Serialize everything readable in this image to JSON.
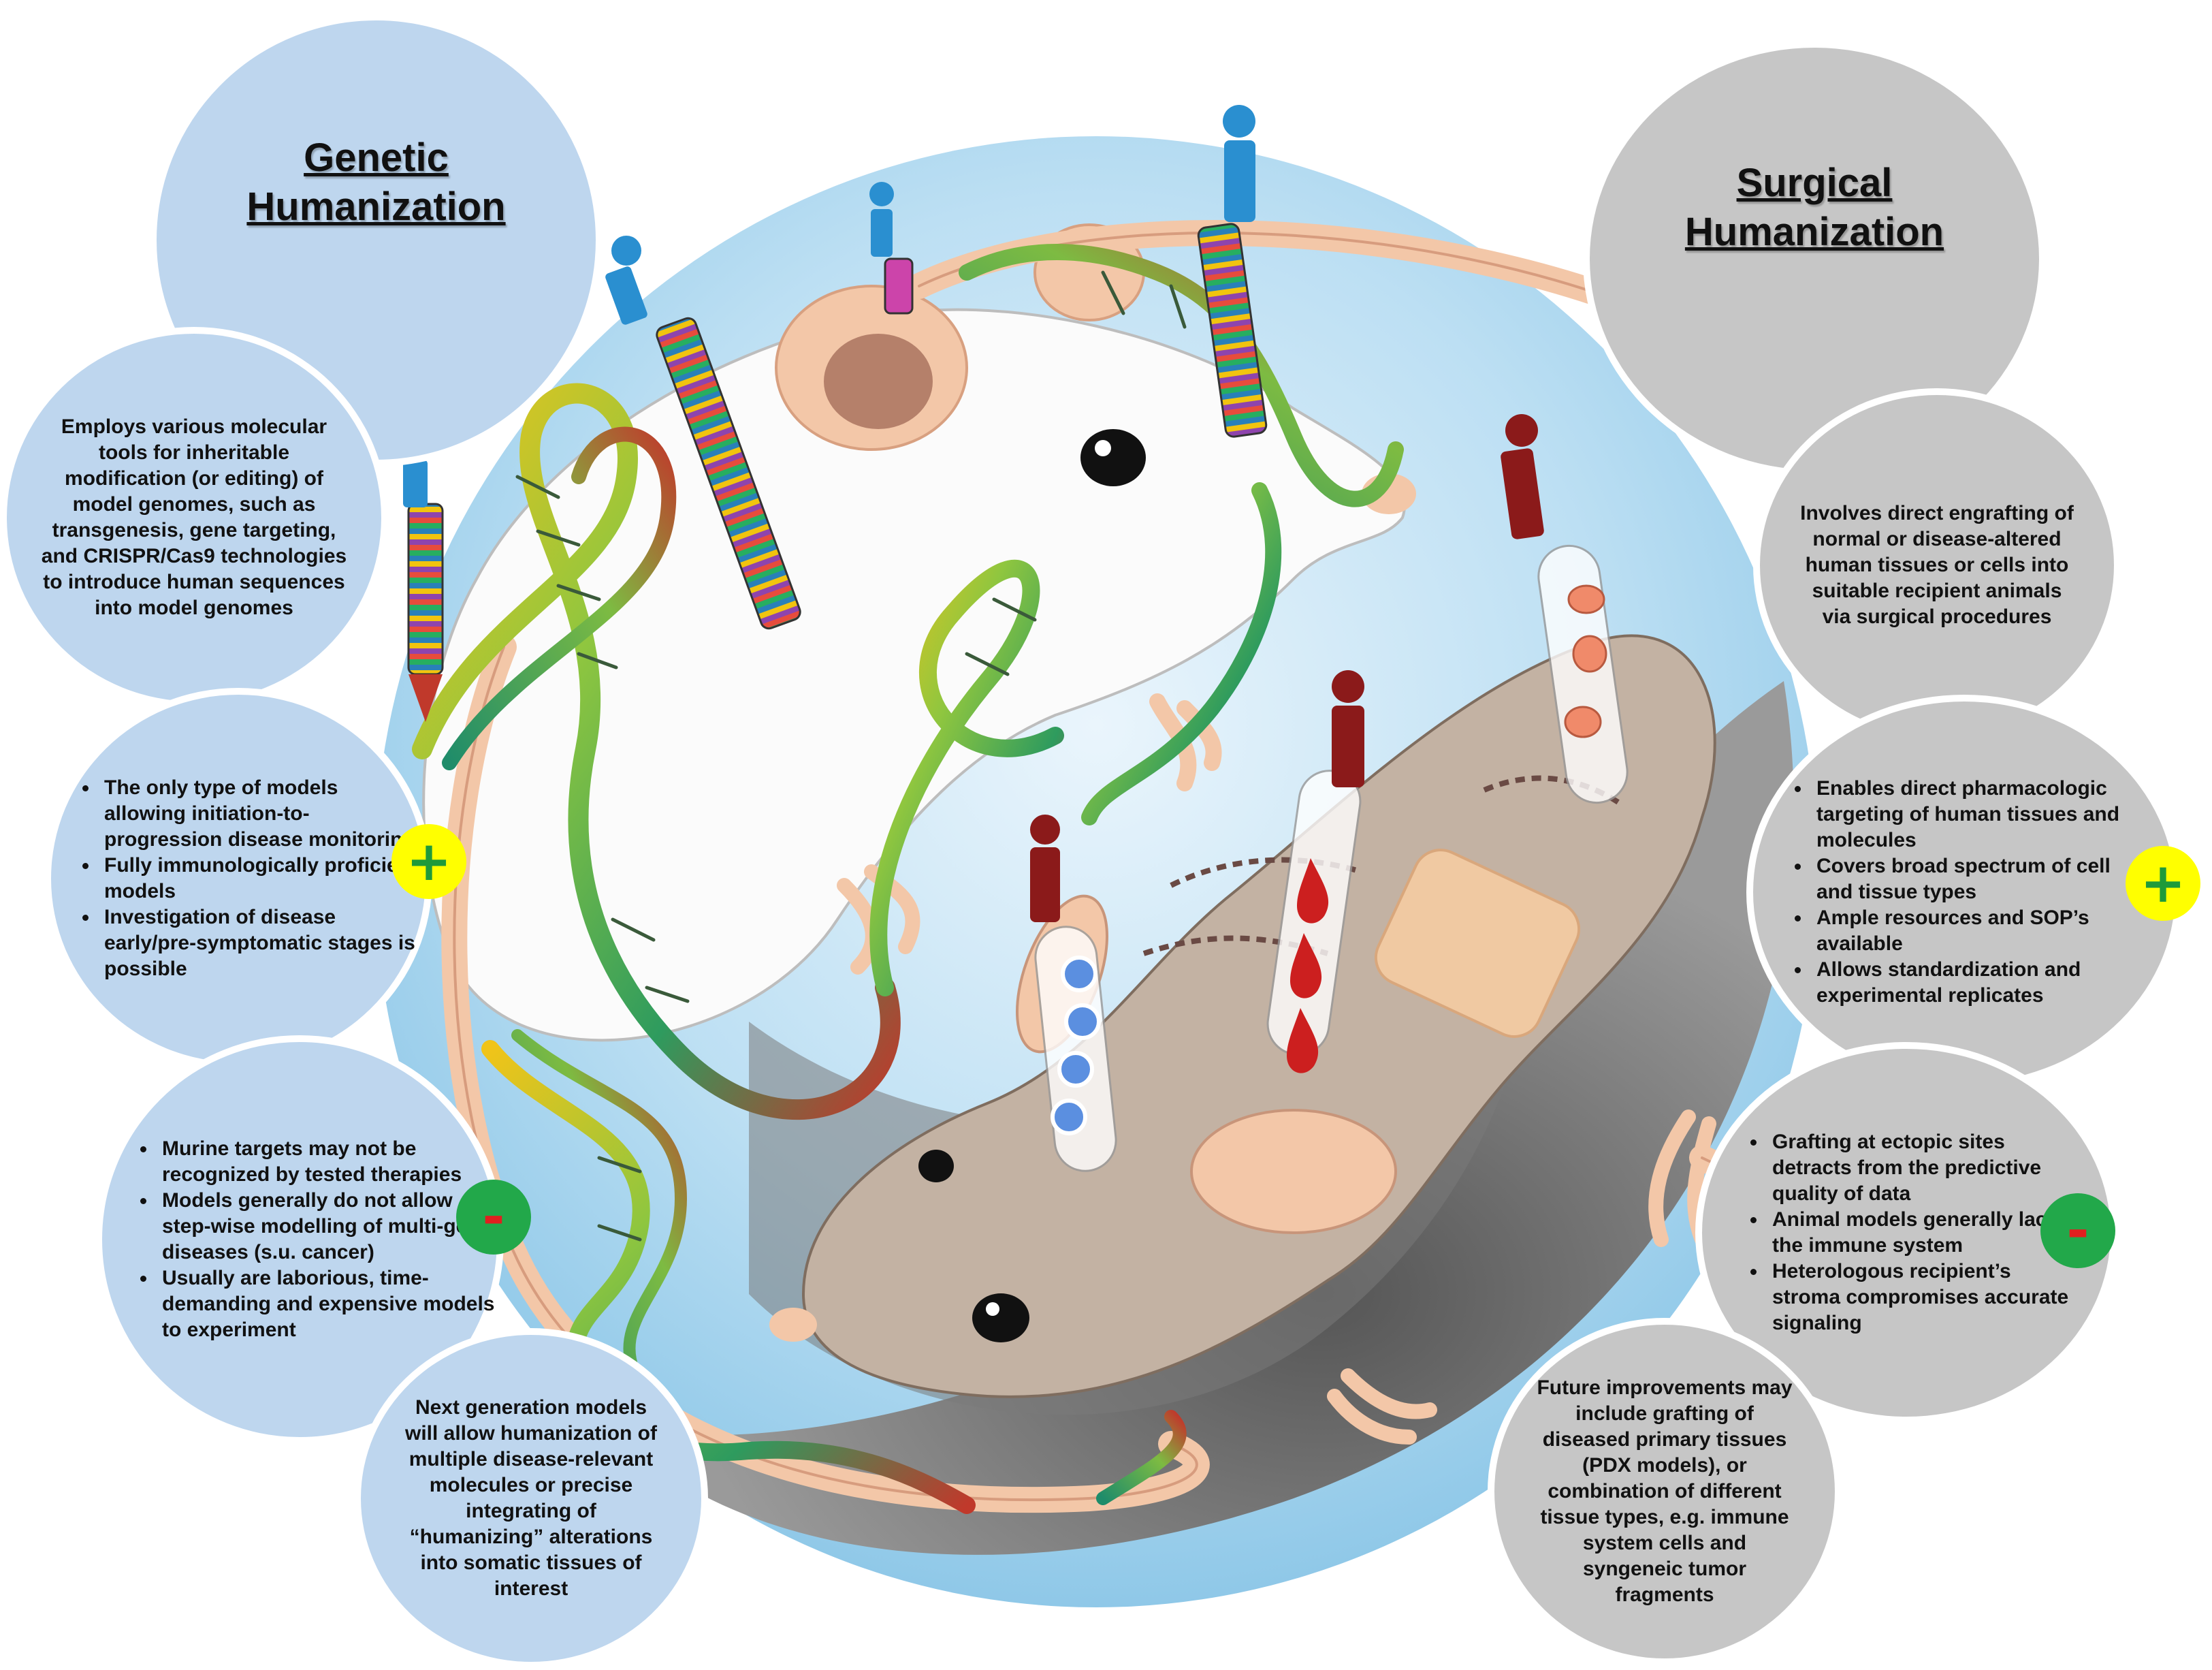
{
  "colors": {
    "genetic": "#bed6ee",
    "surgical": "#c6c6c6",
    "advantage_sign": "#ffff00",
    "disadvantage_sign": "#22a84a",
    "minus_mark": "#e11f1f",
    "plus_mark": "#1f9a3a"
  },
  "genetic": {
    "title_line1": "Genetic",
    "title_line2": "Humanization",
    "description": "Employs various molecular tools for inheritable modification (or editing) of model genomes, such as transgenesis, gene targeting, and CRISPR/Cas9 technologies to introduce human sequences into model genomes",
    "advantages": [
      "The only type of models allowing initiation-to-progression disease monitoring",
      "Fully immunologically proficient models",
      "Investigation of disease early/pre-symptomatic stages is possible"
    ],
    "disadvantages": [
      "Murine targets may not be recognized by tested therapies",
      "Models generally do not allow step-wise modelling of multi-genic diseases (s.u. cancer)",
      "Usually are laborious, time-demanding and expensive models to experiment"
    ],
    "outlook": "Next generation models will allow humanization of multiple disease-relevant molecules or precise integrating of “humanizing” alterations into somatic tissues of interest"
  },
  "surgical": {
    "title_line1": "Surgical",
    "title_line2": "Humanization",
    "description": "Involves direct engrafting of normal or disease-altered human tissues or cells into suitable recipient animals via surgical procedures",
    "advantages": [
      "Enables direct pharmacologic targeting of human tissues and molecules",
      "Covers broad spectrum of cell and tissue types",
      "Ample resources and SOP’s available",
      "Allows standardization and experimental replicates"
    ],
    "disadvantages": [
      "Grafting at ectopic sites detracts from the predictive quality of data",
      "Animal models generally lack the immune system",
      "Heterologous recipient’s stroma compromises accurate  signaling"
    ],
    "outlook": "Future improvements may include grafting of diseased primary tissues (PDX models), or combination of different tissue types, e.g. immune system cells and syngeneic tumor fragments"
  },
  "signs": {
    "plus": "+",
    "minus": "-"
  },
  "icons": [
    "human-figure-icon",
    "dna-helix-icon",
    "syringe-icon",
    "blood-drop-icon",
    "cell-icon",
    "organ-icon",
    "bandage-icon"
  ]
}
